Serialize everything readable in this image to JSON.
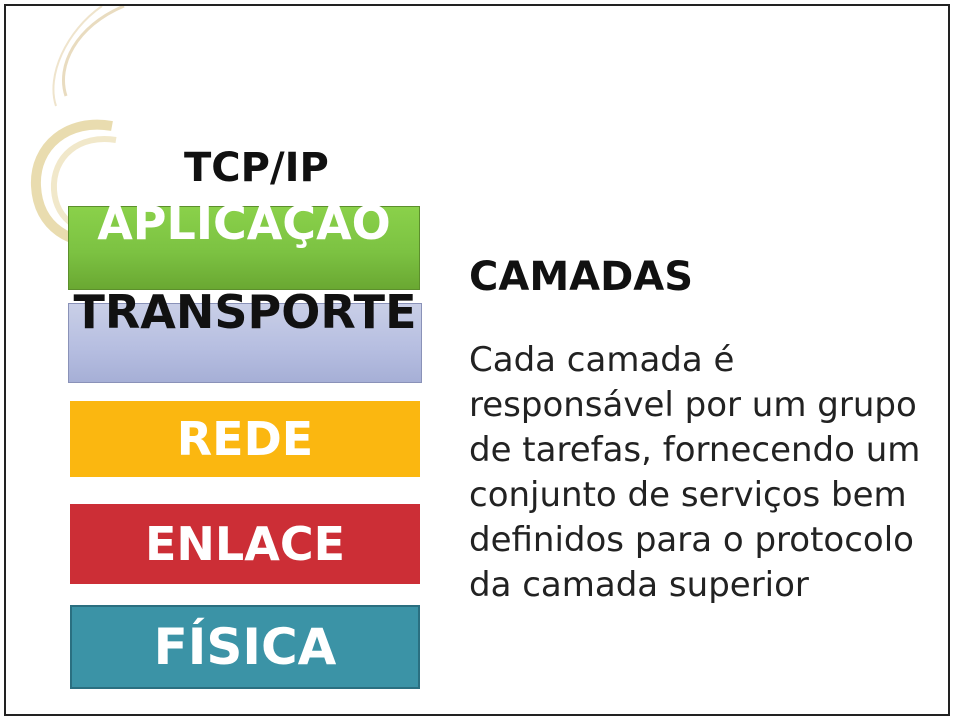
{
  "slide": {
    "title": "TCP/IP",
    "layers": [
      {
        "label": "APLICAÇÃO",
        "color": "#7cc242"
      },
      {
        "label": "TRANSPORTE",
        "color": "#b5bde0"
      },
      {
        "label": "REDE",
        "color": "#fbb710"
      },
      {
        "label": "ENLACE",
        "color": "#cc2e36"
      },
      {
        "label": "FÍSICA",
        "color": "#3b93a6"
      }
    ],
    "heading": "CAMADAS",
    "body": " Cada camada é responsável por um grupo de tarefas, fornecendo um conjunto de serviços bem definidos para o protocolo da camada superior"
  }
}
